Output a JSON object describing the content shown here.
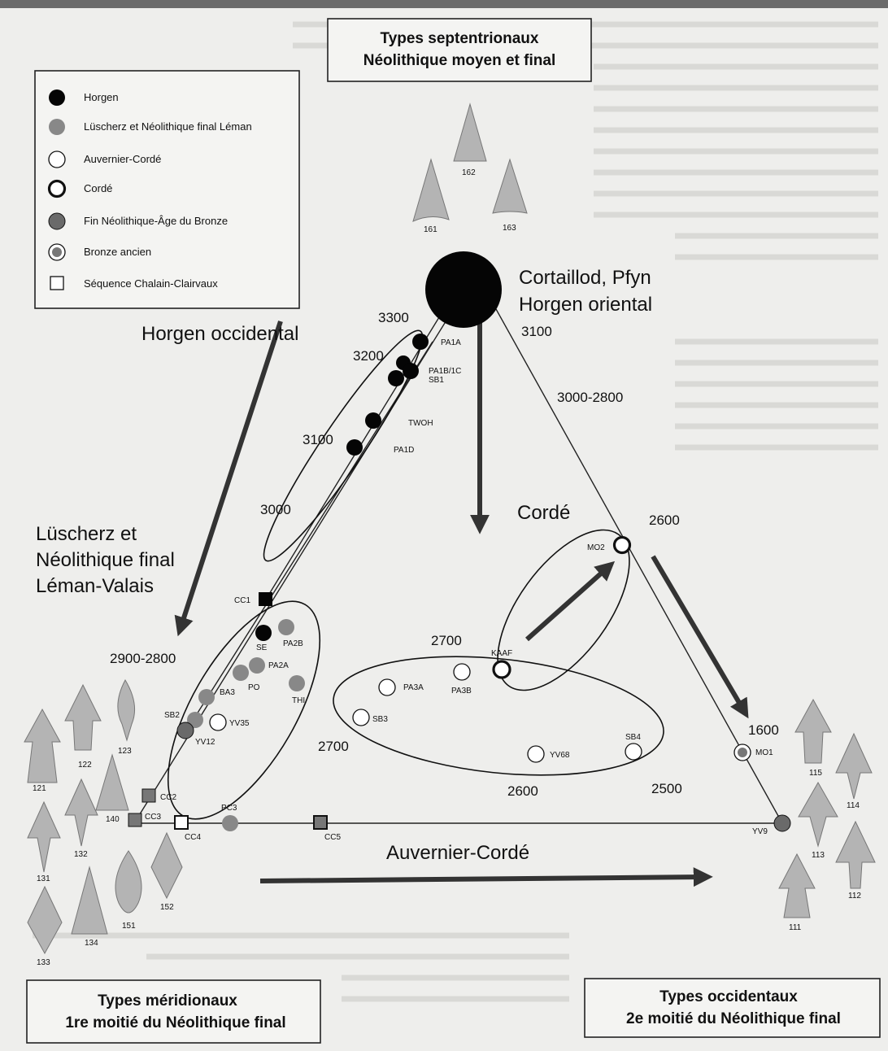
{
  "legend": {
    "items": [
      {
        "label": "Horgen",
        "symbol": "black-dot"
      },
      {
        "label": "Lüscherz et Néolithique final Léman",
        "symbol": "grey-dot"
      },
      {
        "label": "Auvernier-Cordé",
        "symbol": "open-dot"
      },
      {
        "label": "Cordé",
        "symbol": "thick-open-dot"
      },
      {
        "label": "Fin Néolithique-Âge du Bronze",
        "symbol": "dark-grey-dot"
      },
      {
        "label": "Bronze ancien",
        "symbol": "ring-dot"
      },
      {
        "label": "Séquence Chalain-Clairvaux",
        "symbol": "open-square"
      }
    ]
  },
  "boxes": {
    "north_line1": "Types septentrionaux",
    "north_line2": "Néolithique moyen et final",
    "south_line1": "Types méridionaux",
    "south_line2": "1re moitié du Néolithique final",
    "west_line1": "Types occidentaux",
    "west_line2": "2e moitié du Néolithique final"
  },
  "groups": {
    "cortaillod_line1": "Cortaillod, Pfyn",
    "cortaillod_line2": "Horgen oriental",
    "horgen_occ": "Horgen occidental",
    "luscherz_line1": "Lüscherz et",
    "luscherz_line2": "Néolithique final",
    "luscherz_line3": "Léman-Valais",
    "corde": "Cordé",
    "auvernier": "Auvernier-Cordé"
  },
  "dates": [
    "3300",
    "3200",
    "3100",
    "3000",
    "2900-2800",
    "2700",
    "3100",
    "3000-2800",
    "2600",
    "2700",
    "2600",
    "2500",
    "1600"
  ],
  "sites": [
    "PA1A",
    "PA1B/1C",
    "SB1",
    "TWOH",
    "PA1D",
    "CC1",
    "SE",
    "PA2B",
    "PA2A",
    "PO",
    "THI",
    "BA3",
    "SB2",
    "YV35",
    "YV12",
    "CC2",
    "CC3",
    "CC4",
    "PC3",
    "CC5",
    "PA3A",
    "PA3B",
    "SB3",
    "KAAF",
    "MO2",
    "YV68",
    "SB4",
    "MO1",
    "YV9"
  ],
  "arrowheads": [
    "162",
    "161",
    "163",
    "121",
    "122",
    "123",
    "140",
    "132",
    "131",
    "133",
    "134",
    "151",
    "152",
    "115",
    "114",
    "113",
    "112",
    "111"
  ],
  "colors": {
    "black": "#050505",
    "grey": "#888888",
    "dark_grey": "#6a6a6a",
    "arrowhead": "#b4b4b4",
    "background": "#eeeeec"
  }
}
